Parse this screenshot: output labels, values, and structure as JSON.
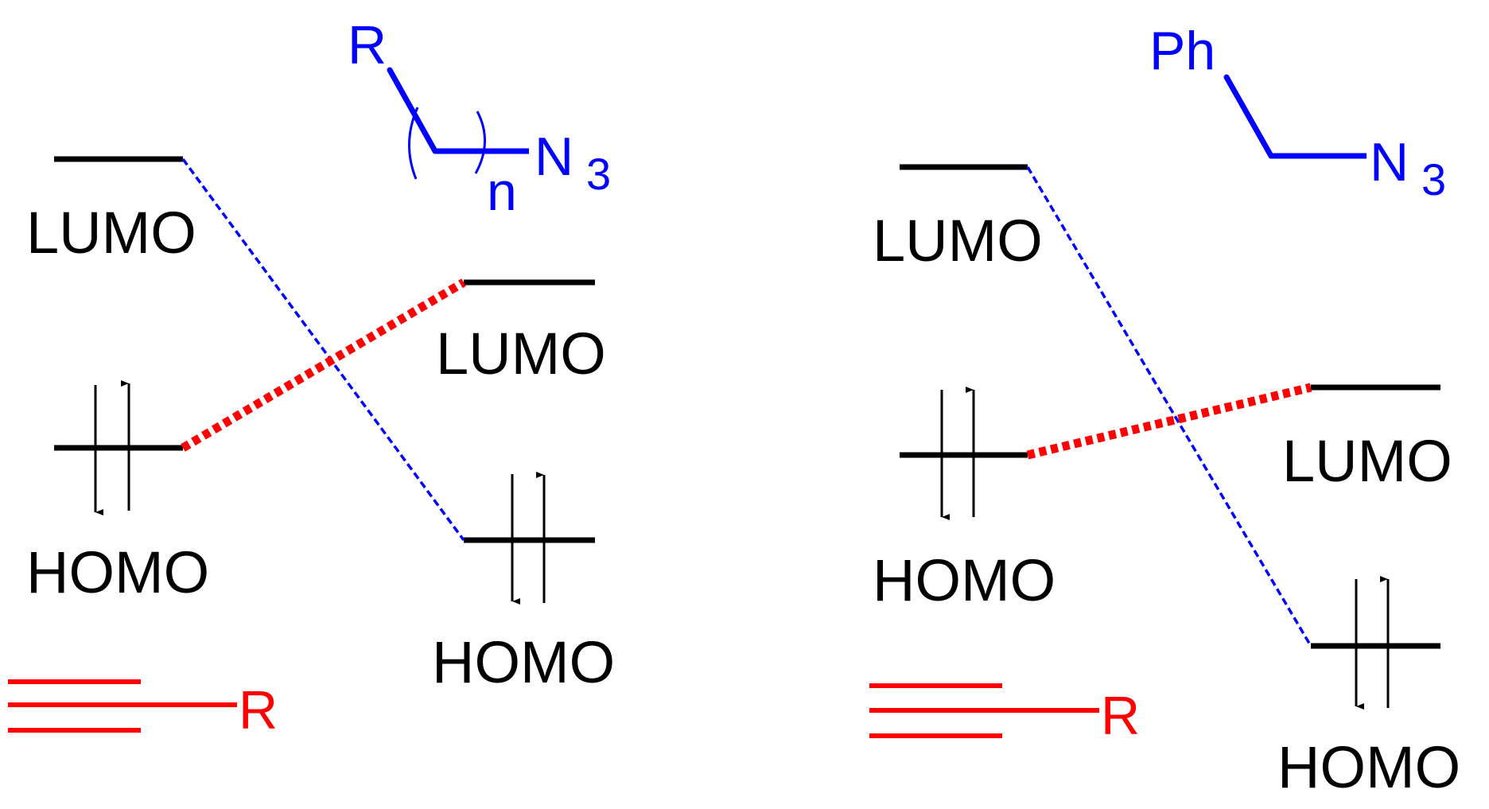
{
  "colors": {
    "levels": "#000000",
    "azide": "#0000ff",
    "alkyne": "#ff0000"
  },
  "left_panel": {
    "azide": {
      "substituent": "R",
      "repeat_index": "n",
      "group": "N",
      "group_subscript": "3"
    },
    "alkyne": {
      "substituent": "R"
    },
    "alkyne_lumo_label": "LUMO",
    "alkyne_homo_label": "HOMO",
    "azide_lumo_label": "LUMO",
    "azide_homo_label": "HOMO"
  },
  "right_panel": {
    "azide": {
      "substituent": "Ph",
      "group": "N",
      "group_subscript": "3"
    },
    "alkyne": {
      "substituent": "R"
    },
    "alkyne_lumo_label": "LUMO",
    "alkyne_homo_label": "HOMO",
    "azide_lumo_label": "LUMO",
    "azide_homo_label": "HOMO"
  }
}
